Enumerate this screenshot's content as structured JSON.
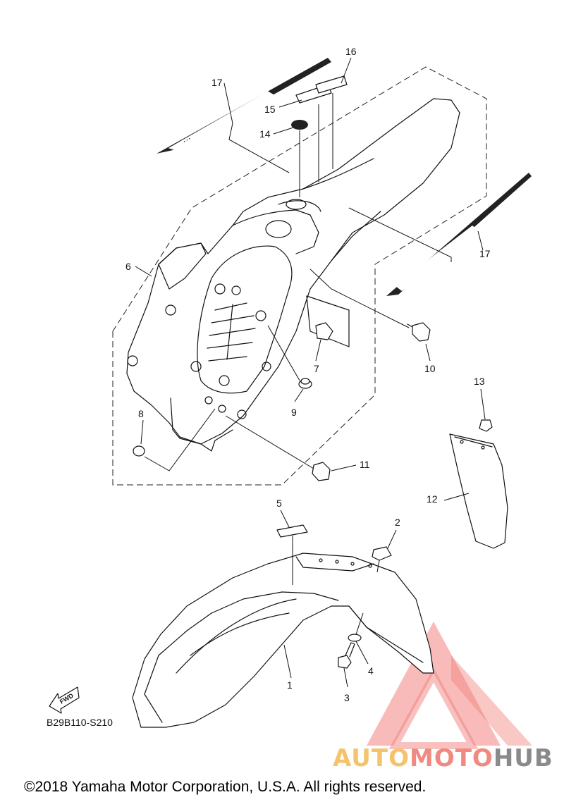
{
  "callouts": [
    {
      "id": "c1",
      "label": "1"
    },
    {
      "id": "c2",
      "label": "2"
    },
    {
      "id": "c3",
      "label": "3"
    },
    {
      "id": "c4",
      "label": "4"
    },
    {
      "id": "c5",
      "label": "5"
    },
    {
      "id": "c6",
      "label": "6"
    },
    {
      "id": "c7",
      "label": "7"
    },
    {
      "id": "c8",
      "label": "8"
    },
    {
      "id": "c9",
      "label": "9"
    },
    {
      "id": "c10",
      "label": "10"
    },
    {
      "id": "c11",
      "label": "11"
    },
    {
      "id": "c12",
      "label": "12"
    },
    {
      "id": "c13",
      "label": "13"
    },
    {
      "id": "c14",
      "label": "14"
    },
    {
      "id": "c15",
      "label": "15"
    },
    {
      "id": "c16",
      "label": "16"
    },
    {
      "id": "c17a",
      "label": "17"
    },
    {
      "id": "c17b",
      "label": "17"
    }
  ],
  "diagram_code": "B29B110-S210",
  "fwd_label": "FWD",
  "copyright": "©2018 Yamaha Motor Corporation, U.S.A. All rights reserved.",
  "watermark": {
    "word_a": "AUTO",
    "word_b": "MOTO",
    "word_c": "HUB",
    "colors": {
      "auto": "#f5c36a",
      "moto": "#f08a80",
      "hub": "#8a8a8a",
      "triangle": "#ee5a55"
    }
  }
}
